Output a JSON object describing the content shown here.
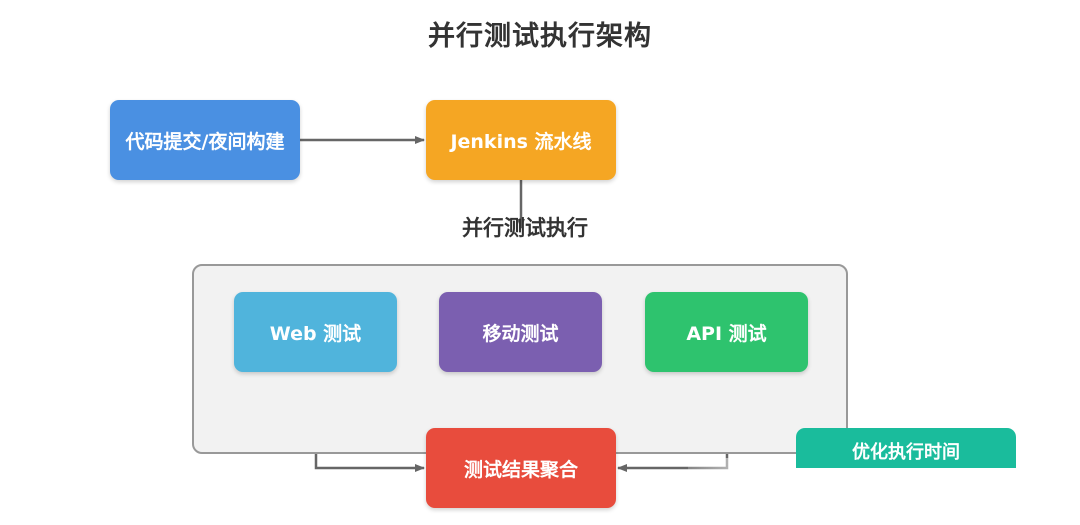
{
  "title": "并行测试执行架构",
  "parallel_label": "并行测试执行",
  "nodes": {
    "trigger": {
      "label": "代码提交/夜间构建",
      "color": "#4a90e2"
    },
    "jenkins": {
      "label": "Jenkins 流水线",
      "color": "#f5a623"
    },
    "web": {
      "label": "Web 测试",
      "color": "#50b4dc"
    },
    "mobile": {
      "label": "移动测试",
      "color": "#7b5fb0"
    },
    "api": {
      "label": "API 测试",
      "color": "#2ec36e"
    },
    "aggregate": {
      "label": "测试结果聚合",
      "color": "#e84c3d"
    }
  },
  "note": {
    "label": "优化执行时间",
    "color": "#1abc9c"
  },
  "colors": {
    "edge": "#666666",
    "group_bg": "#f2f2f2",
    "group_border": "#999999"
  }
}
